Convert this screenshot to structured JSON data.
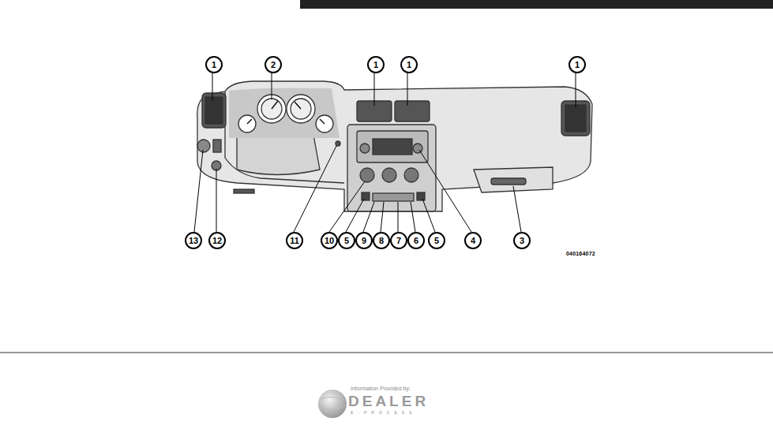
{
  "diagram": {
    "labels": [
      "1",
      "2",
      "1",
      "1",
      "1",
      "13",
      "12",
      "11",
      "10",
      "5",
      "9",
      "8",
      "7",
      "6",
      "5",
      "4",
      "3",
      "040164072",
      "Information Provided by:",
      "DEALER",
      "E-PROCESS"
    ]
  }
}
